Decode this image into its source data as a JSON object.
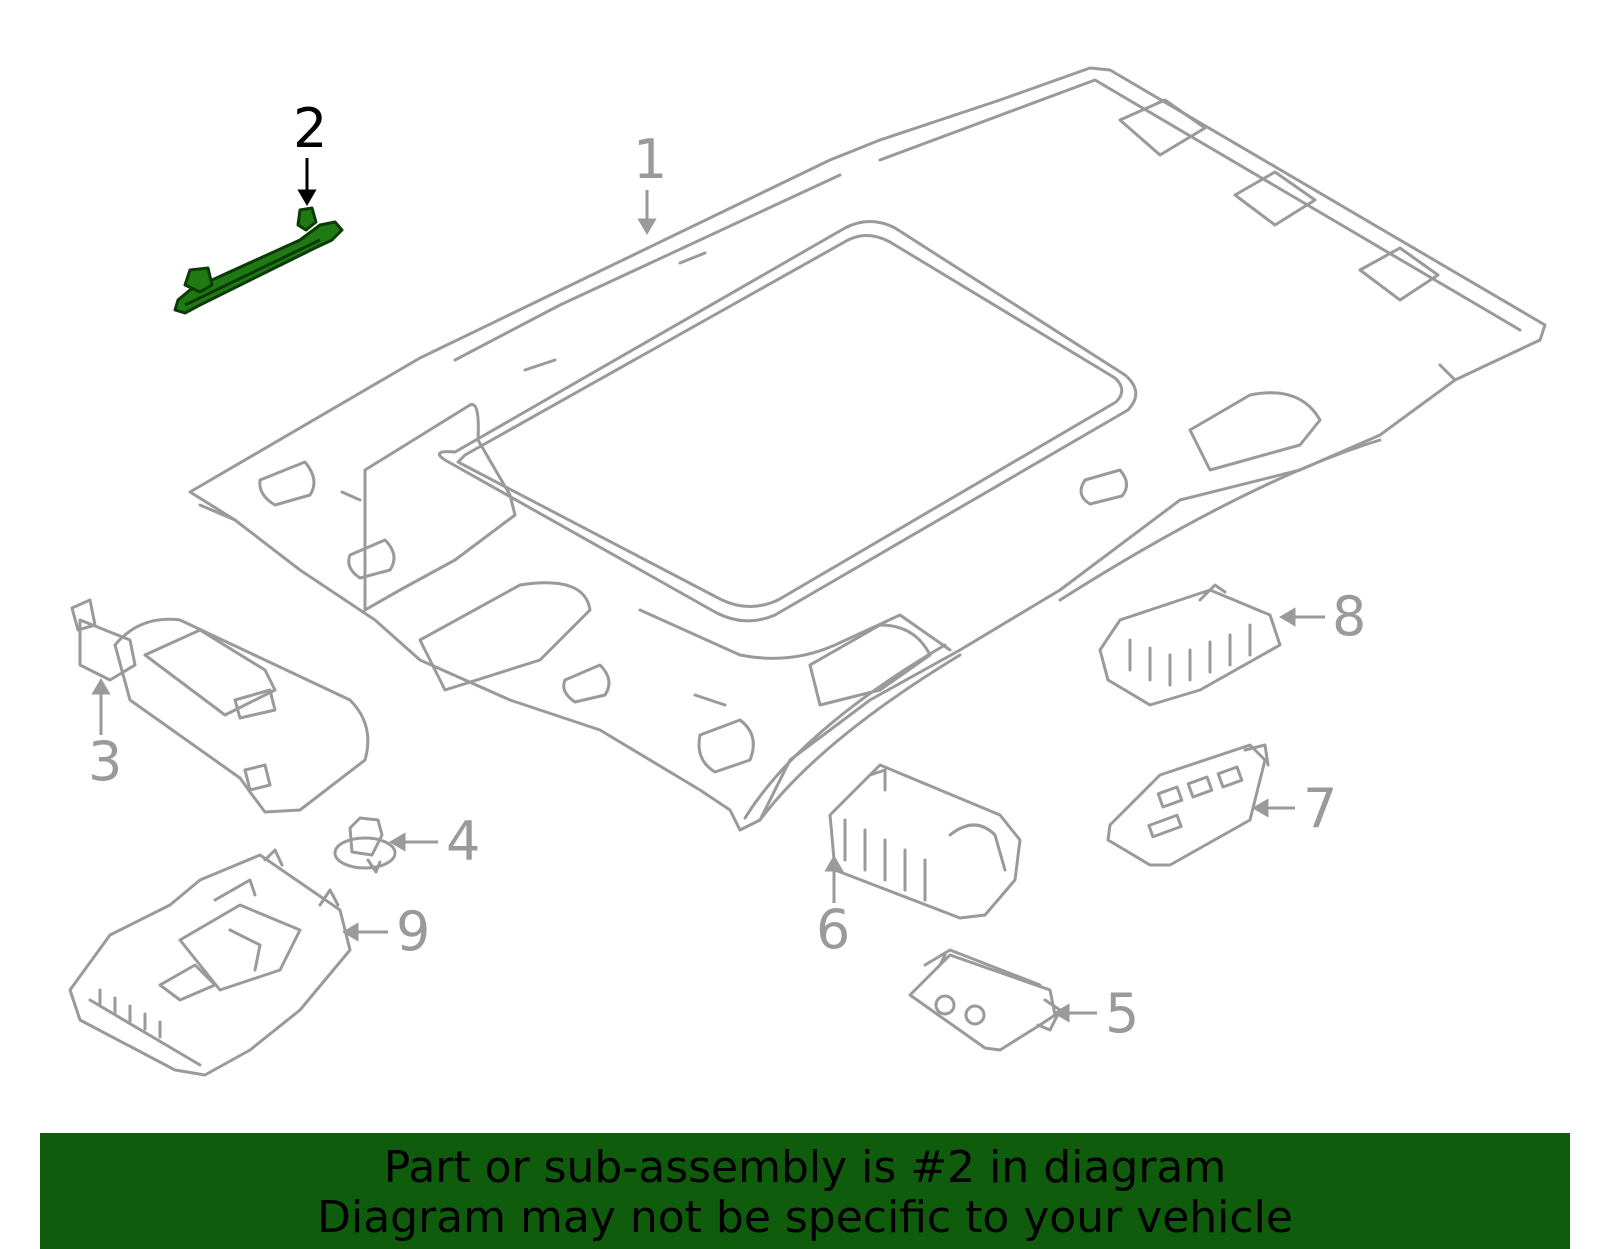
{
  "colors": {
    "part_outline": "#9a9a9a",
    "highlight_fill": "#1f7a13",
    "highlight_outline": "#0b3b07",
    "banner_bg": "#0f5c0c",
    "banner_text": "#000000"
  },
  "callouts": [
    {
      "label": "1",
      "part": "headliner"
    },
    {
      "label": "2",
      "part": "grab-handle",
      "highlighted": true
    },
    {
      "label": "3",
      "part": "sun-visor"
    },
    {
      "label": "4",
      "part": "clip"
    },
    {
      "label": "5",
      "part": "lamp"
    },
    {
      "label": "6",
      "part": "storage-box"
    },
    {
      "label": "7",
      "part": "switch-panel"
    },
    {
      "label": "8",
      "part": "dome-lamp"
    },
    {
      "label": "9",
      "part": "overhead-console"
    }
  ],
  "banner": {
    "line1": "Part or sub-assembly is #2 in diagram",
    "line2": "Diagram may not be specific to your vehicle"
  }
}
